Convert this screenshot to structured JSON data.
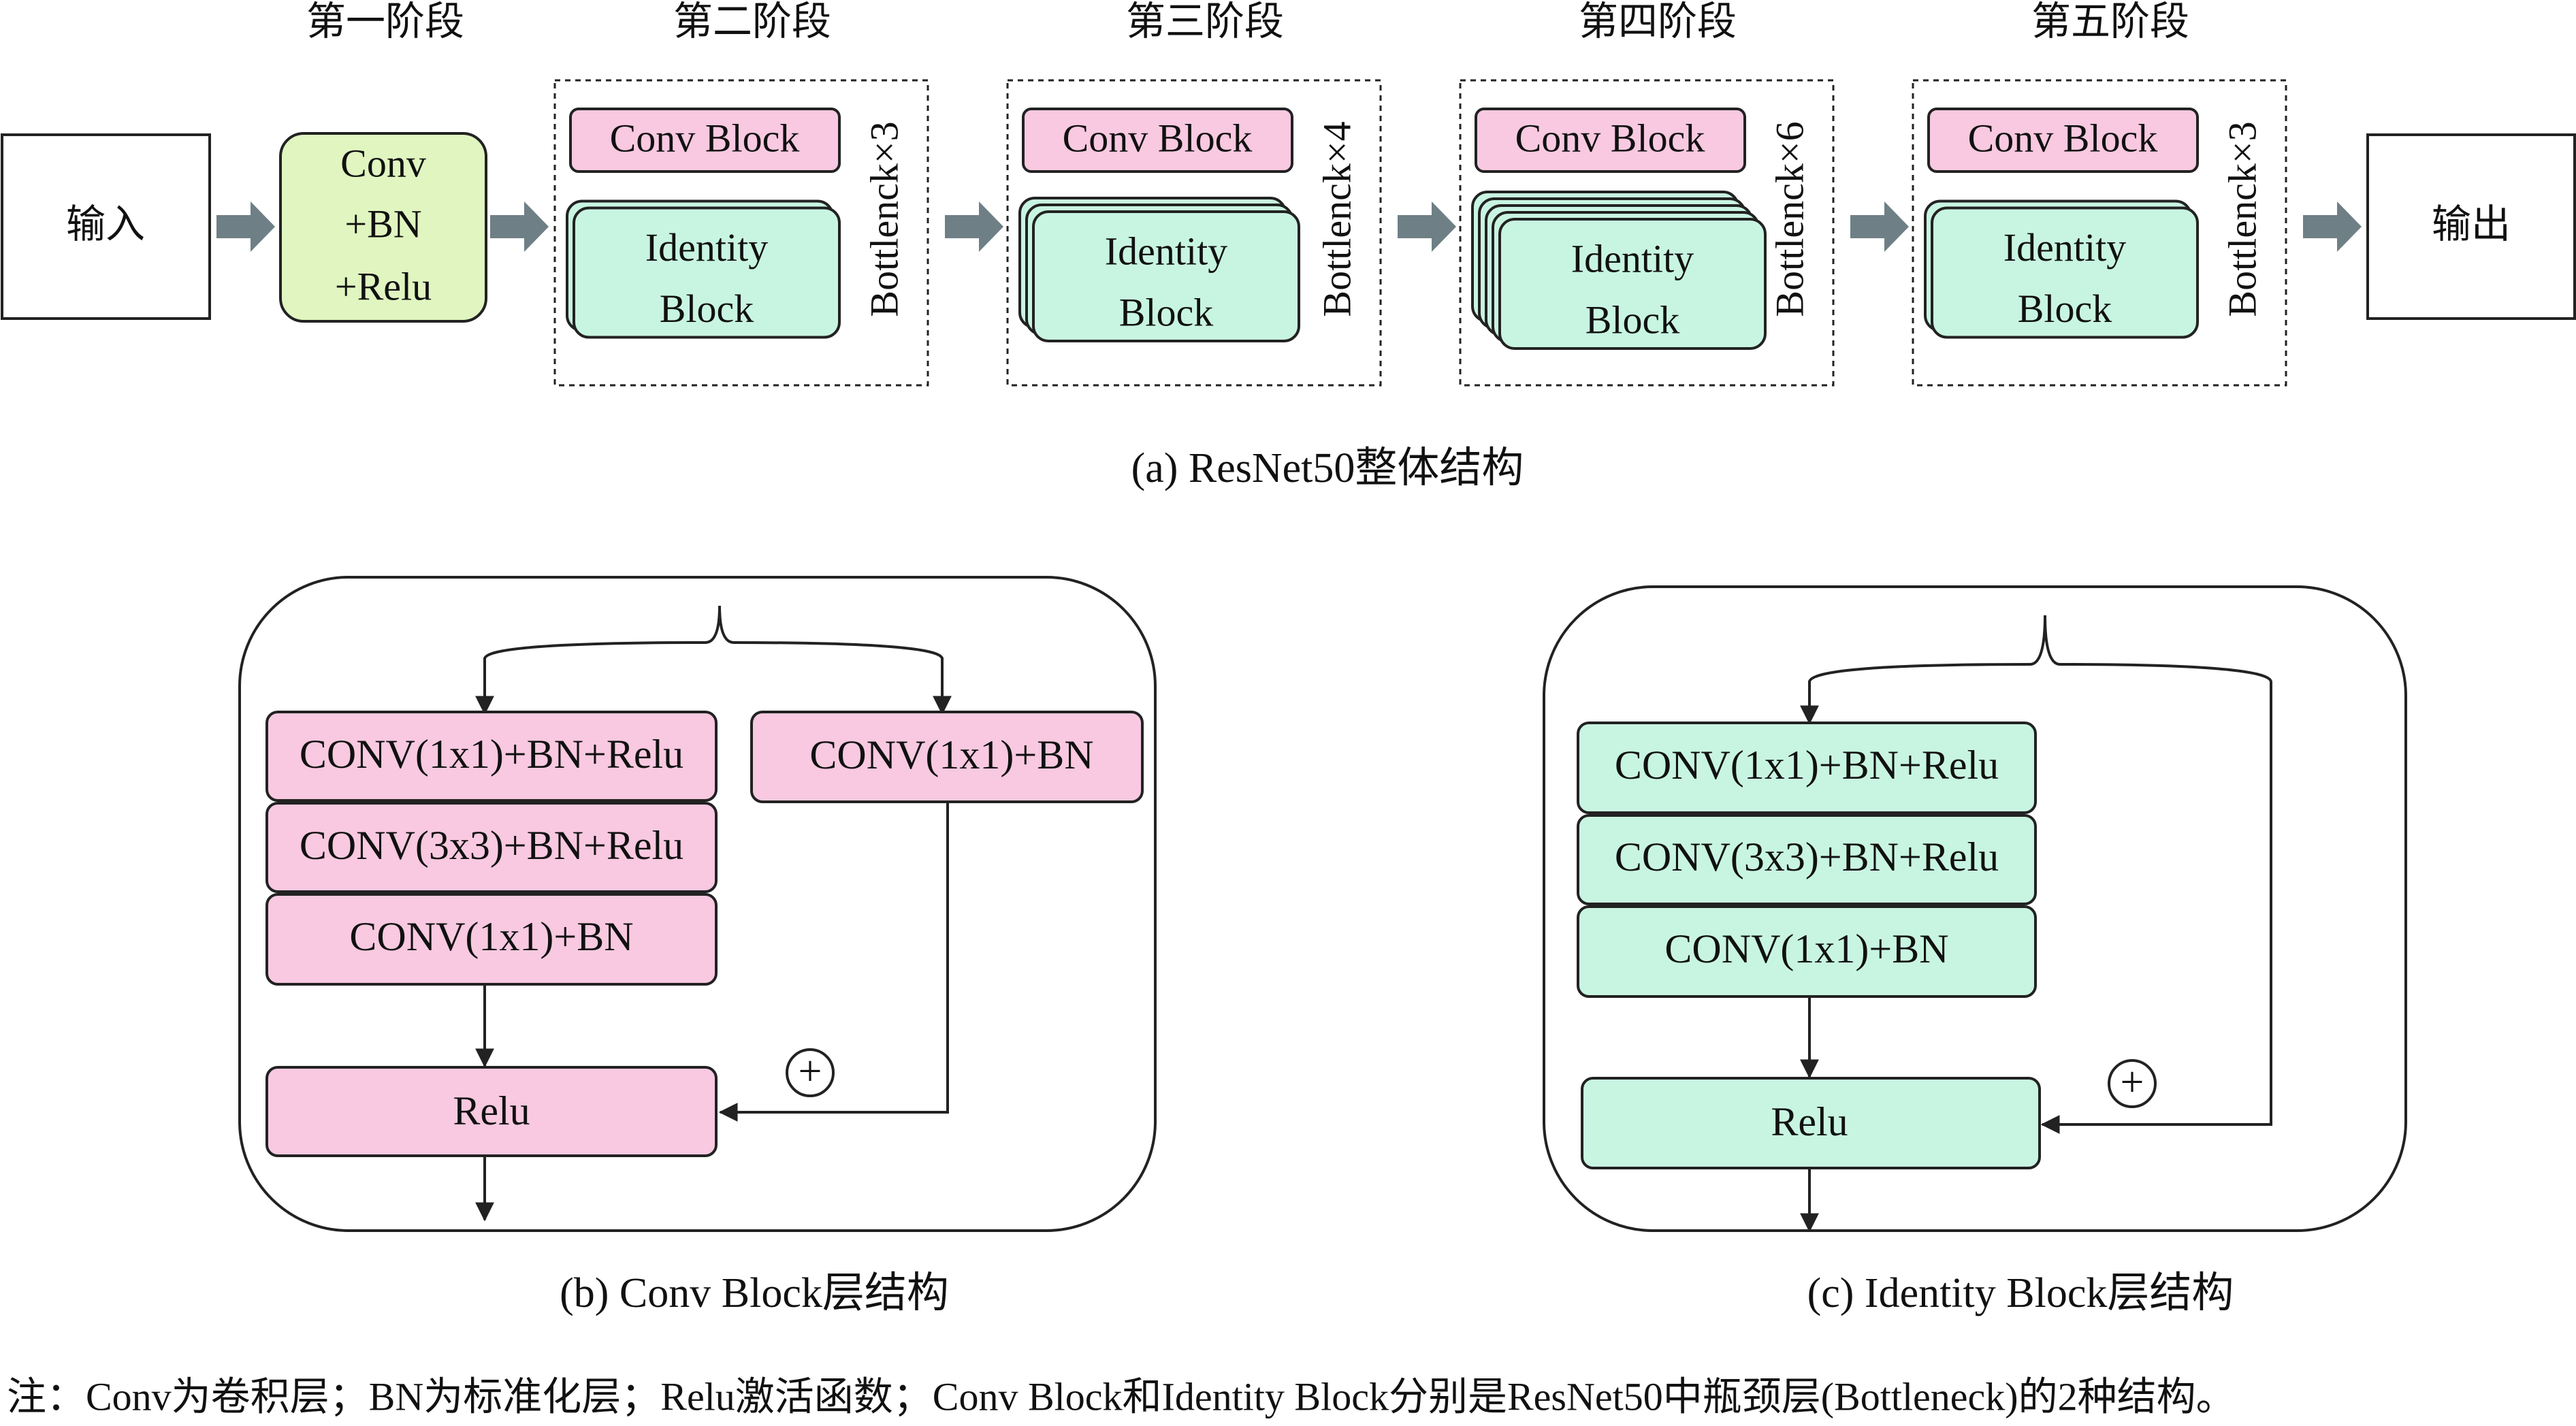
{
  "colors": {
    "pink": "#f8c9e0",
    "mint": "#c8f5e2",
    "lime": "#e0f5c0",
    "arrow_gray": "#6f7f86",
    "stroke": "#222222"
  },
  "top": {
    "input_label": "输入",
    "output_label": "输出",
    "stage1": {
      "title": "第一阶段",
      "lines": [
        "Conv",
        "+BN",
        "+Relu"
      ]
    },
    "stages": [
      {
        "title": "第二阶段",
        "conv_label": "Conv Block",
        "id_lines": [
          "Identity",
          "Block"
        ],
        "bottleneck": "Bottlenck×3",
        "layers": 2
      },
      {
        "title": "第三阶段",
        "conv_label": "Conv Block",
        "id_lines": [
          "Identity",
          "Block"
        ],
        "bottleneck": "Bottlenck×4",
        "layers": 3
      },
      {
        "title": "第四阶段",
        "conv_label": "Conv Block",
        "id_lines": [
          "Identity",
          "Block"
        ],
        "bottleneck": "Bottlenck×6",
        "layers": 5
      },
      {
        "title": "第五阶段",
        "conv_label": "Conv Block",
        "id_lines": [
          "Identity",
          "Block"
        ],
        "bottleneck": "Bottlenck×3",
        "layers": 2
      }
    ],
    "caption": "(a) ResNet50整体结构"
  },
  "conv_block": {
    "main_layers": [
      "CONV(1x1)+BN+Relu",
      "CONV(3x3)+BN+Relu",
      "CONV(1x1)+BN"
    ],
    "shortcut_layer": "CONV(1x1)+BN",
    "relu_label": "Relu",
    "plus": "+",
    "caption": "(b) Conv Block层结构"
  },
  "identity_block": {
    "main_layers": [
      "CONV(1x1)+BN+Relu",
      "CONV(3x3)+BN+Relu",
      "CONV(1x1)+BN"
    ],
    "relu_label": "Relu",
    "plus": "+",
    "caption": "(c) Identity Block层结构"
  },
  "note": "注：Conv为卷积层；BN为标准化层；Relu激活函数；Conv Block和Identity Block分别是ResNet50中瓶颈层(Bottleneck)的2种结构。"
}
